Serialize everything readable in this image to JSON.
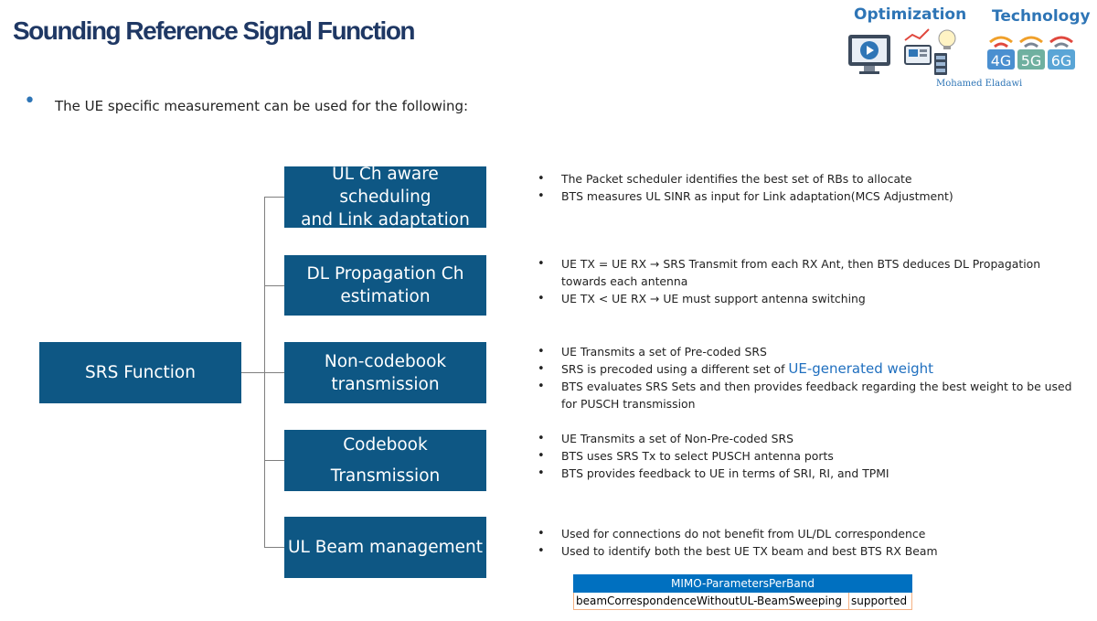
{
  "header": {
    "title": "Sounding Reference Signal Function",
    "logo_optimization": "Optimization",
    "logo_technology": "Technology",
    "logo_author": "Mohamed Eladawi",
    "gen_4g": "4G",
    "gen_5g": "5G",
    "gen_6g": "6G"
  },
  "intro": "The UE specific measurement can be used for the following:",
  "colors": {
    "box_fill": "#0e5784",
    "accent": "#2e75b6",
    "table_header": "#0070c0"
  },
  "root_box": "SRS Function",
  "branches": [
    {
      "label": "UL Ch aware scheduling\nand Link adaptation",
      "bullets": [
        "The Packet scheduler identifies the best set of RBs to allocate",
        "BTS measures UL SINR as input for Link adaptation(MCS Adjustment)"
      ]
    },
    {
      "label": "DL Propagation Ch\nestimation",
      "bullets": [
        "UE TX = UE RX → SRS Transmit from each RX Ant, then BTS deduces DL Propagation towards each antenna",
        "UE TX < UE RX → UE must support antenna switching"
      ]
    },
    {
      "label": "Non-codebook\ntransmission",
      "bullets_pre": "UE Transmits a set of Pre-coded SRS",
      "bullets_mid_a": "SRS is precoded using a different set of ",
      "bullets_mid_b": "UE-generated weight",
      "bullets_post": "BTS evaluates SRS Sets and then provides feedback regarding the best weight to be used for PUSCH transmission"
    },
    {
      "label": "Codebook\nTransmission",
      "bullets": [
        "UE Transmits a set of Non-Pre-coded SRS",
        "BTS uses SRS Tx to select PUSCH antenna ports",
        "BTS provides feedback to UE in terms of SRI, RI, and TPMI"
      ]
    },
    {
      "label": "UL Beam management",
      "bullets": [
        "Used for connections do not benefit from UL/DL correspondence",
        "Used to identify both the best UE TX beam and best BTS RX Beam"
      ]
    }
  ],
  "mimo_table": {
    "header": "MIMO-ParametersPerBand",
    "param": "beamCorrespondenceWithoutUL-BeamSweeping",
    "value": "supported"
  }
}
